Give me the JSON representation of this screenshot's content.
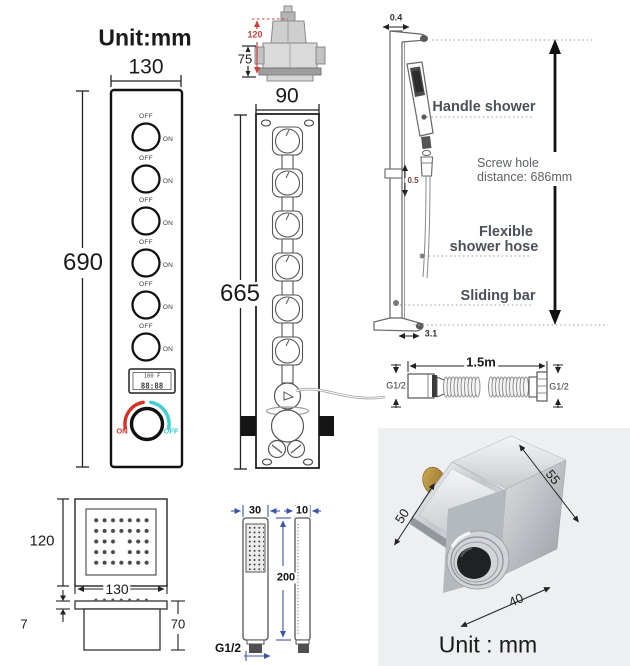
{
  "unit_label_top": "Unit:mm",
  "unit_label_bottom": "Unit : mm",
  "main_panel": {
    "width_mm": "130",
    "height_mm": "690",
    "switch_off": "OFF",
    "switch_on": "ON",
    "display_line1": "100 F",
    "display_line2": "88:88",
    "temp_hot": "ON",
    "temp_cold": "OFF",
    "hot_color": "#d93025",
    "cold_color": "#3ecfd4"
  },
  "valve": {
    "depth_mm": "120",
    "body_mm": "75"
  },
  "rough_in_panel": {
    "width_mm": "90",
    "height_mm": "665"
  },
  "slide_bar": {
    "bar_width_mm": "0.4",
    "holder_offset_mm": "0.5",
    "base_depth_mm": "3.1",
    "handle_shower_label": "Handle shower",
    "screw_hole_line1": "Screw hole",
    "screw_hole_line2": "distance: 686mm",
    "flexible_hose_line1": "Flexible",
    "flexible_hose_line2": "shower hose",
    "sliding_bar_label": "Sliding bar"
  },
  "hose": {
    "length_label": "1.5m",
    "thread_left": "G1/2",
    "thread_right": "G1/2"
  },
  "body_jet": {
    "face_height_mm": "120",
    "face_width_mm": "130",
    "flange_mm": "7",
    "depth_mm": "70"
  },
  "hand_shower": {
    "width_mm": "30",
    "depth_mm": "10",
    "length_mm": "200",
    "thread": "G1/2"
  },
  "wall_connector": {
    "side_a_mm": "50",
    "side_b_mm": "55",
    "side_c_mm": "40"
  }
}
